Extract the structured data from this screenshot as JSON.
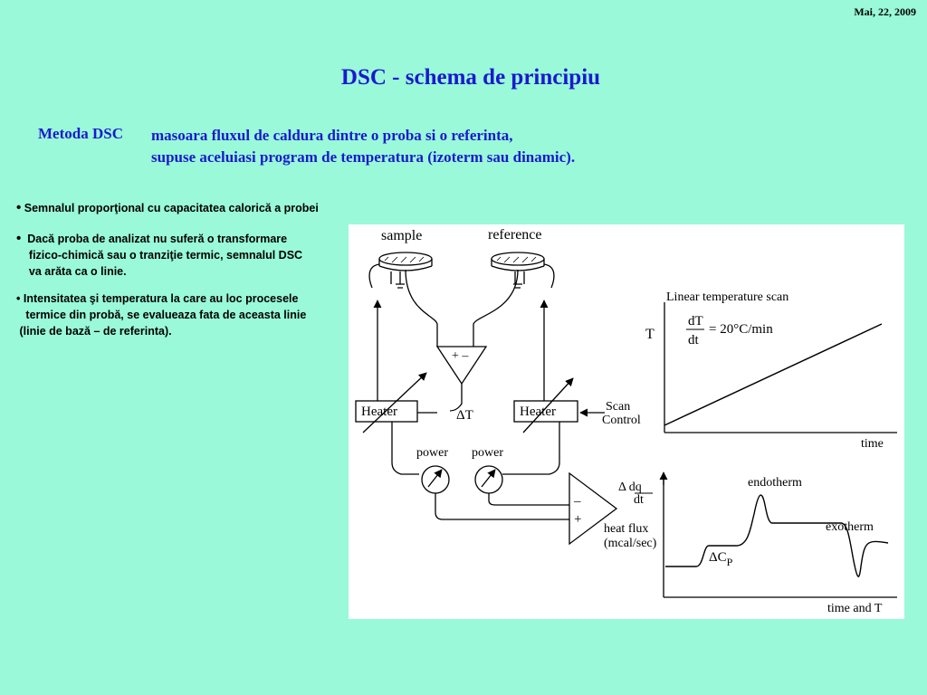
{
  "date": "Mai, 22, 2009",
  "title": "DSC - schema de principiu",
  "definition": {
    "label": "Metoda DSC",
    "line1": "masoara fluxul de caldura dintre o proba si o referinta,",
    "line2": "supuse aceluiasi program de temperatura (izoterm sau dinamic)."
  },
  "bullets": {
    "b1": "Semnalul proporţional cu capacitatea calorică a probei",
    "b2_l1": "Dacă proba de analizat nu suferă o transformare",
    "b2_l2": "fizico-chimică sau o tranziţie termic, semnalul DSC",
    "b2_l3": "va arăta ca o linie.",
    "b3_l1": "Intensitatea şi temperatura la care au loc procesele",
    "b3_l2": "termice din probă, se evalueaza fata de aceasta linie",
    "b3_l3": "(linie de bază – de referinta)."
  },
  "diagram": {
    "sample": "sample",
    "reference": "reference",
    "heater": "Heater",
    "delta_t": "ΔT",
    "diff_signs": "+ –",
    "scan": "Scan",
    "control": "Control",
    "power": "power",
    "minus": "–",
    "plus": "+",
    "delta_dq": "Δ dq",
    "dt": "dt",
    "heat_flux": "heat flux",
    "mcal": "(mcal/sec)",
    "endotherm": "endotherm",
    "exotherm": "exotherm",
    "delta_cp": "ΔC",
    "cp_sub": "P",
    "time_and_t": "time and T",
    "linear_scan": "Linear temperature scan",
    "t_axis": "T",
    "rate_num": "dT",
    "rate_den": "dt",
    "rate_value": "= 20°C/min",
    "time": "time"
  }
}
